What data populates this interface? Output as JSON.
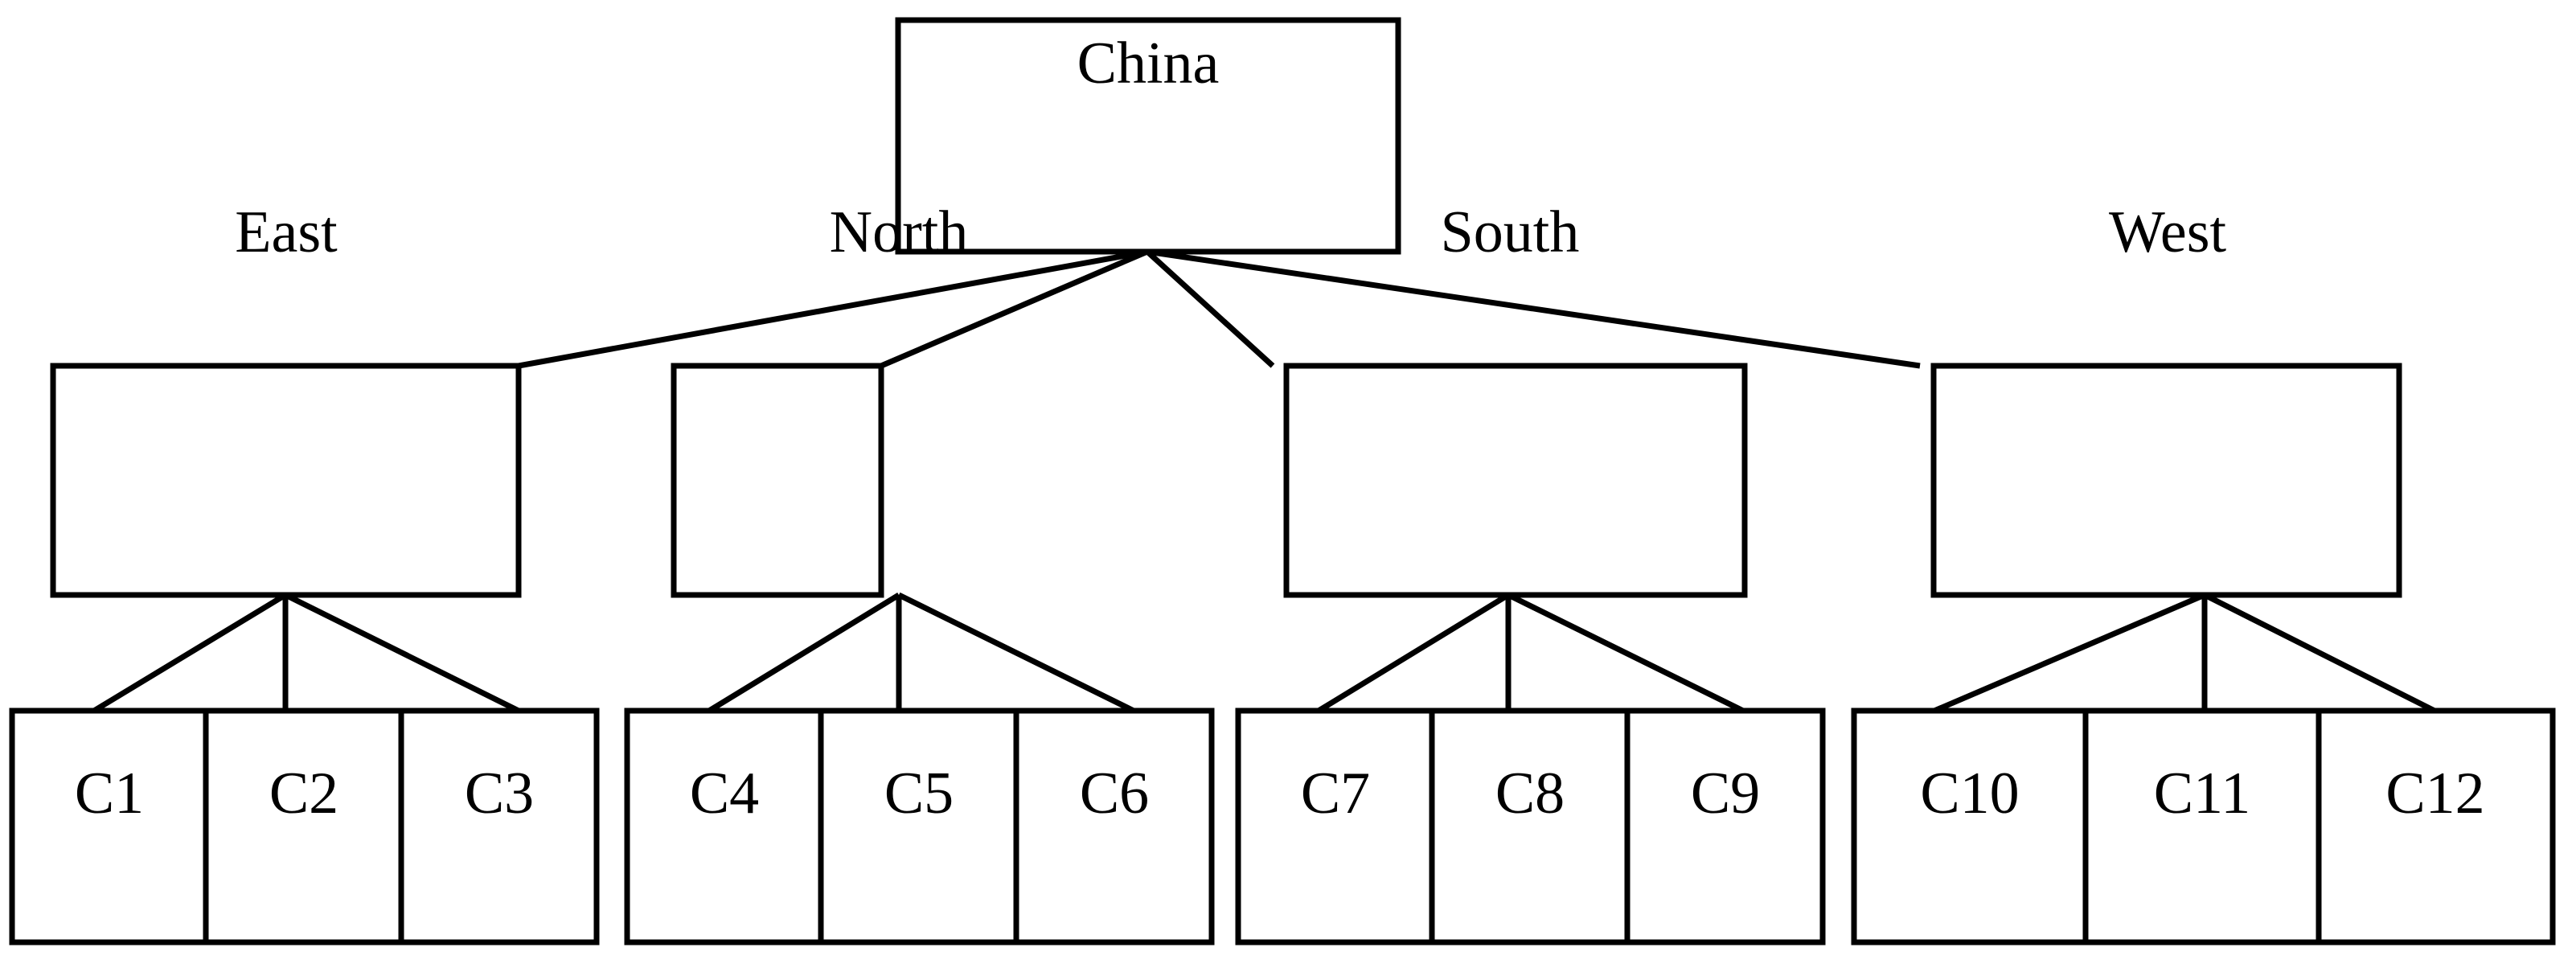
{
  "diagram": {
    "title": "China regional hierarchy tree",
    "type": "tree",
    "orientation": "top-down",
    "background_color": "#ffffff",
    "line_color": "#000000",
    "text_color": "#000000",
    "root": {
      "id": "china",
      "label": "China"
    },
    "regions": [
      {
        "id": "east",
        "label": "East"
      },
      {
        "id": "north",
        "label": "North"
      },
      {
        "id": "south",
        "label": "South"
      },
      {
        "id": "west",
        "label": "West"
      }
    ],
    "leaf_groups": [
      {
        "parent": "east",
        "cells": [
          "C1",
          "C2",
          "C3"
        ]
      },
      {
        "parent": "north",
        "cells": [
          "C4",
          "C5",
          "C6"
        ]
      },
      {
        "parent": "south",
        "cells": [
          "C7",
          "C8",
          "C9"
        ]
      },
      {
        "parent": "west",
        "cells": [
          "C10",
          "C11",
          "C12"
        ]
      }
    ],
    "edges": [
      {
        "from": "china",
        "to": "east"
      },
      {
        "from": "china",
        "to": "north"
      },
      {
        "from": "china",
        "to": "south"
      },
      {
        "from": "china",
        "to": "west"
      },
      {
        "from": "east",
        "to": "C1"
      },
      {
        "from": "east",
        "to": "C2"
      },
      {
        "from": "east",
        "to": "C3"
      },
      {
        "from": "north",
        "to": "C4"
      },
      {
        "from": "north",
        "to": "C5"
      },
      {
        "from": "north",
        "to": "C6"
      },
      {
        "from": "south",
        "to": "C7"
      },
      {
        "from": "south",
        "to": "C8"
      },
      {
        "from": "south",
        "to": "C9"
      },
      {
        "from": "west",
        "to": "C10"
      },
      {
        "from": "west",
        "to": "C11"
      },
      {
        "from": "west",
        "to": "C12"
      }
    ]
  }
}
